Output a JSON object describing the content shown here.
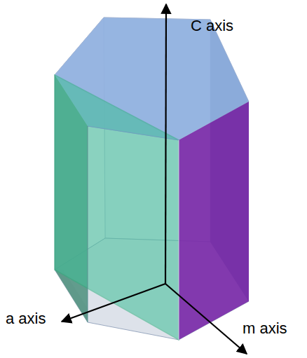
{
  "diagram": {
    "labels": [
      "C axis",
      "a axis",
      "m axis"
    ]
  }
}
